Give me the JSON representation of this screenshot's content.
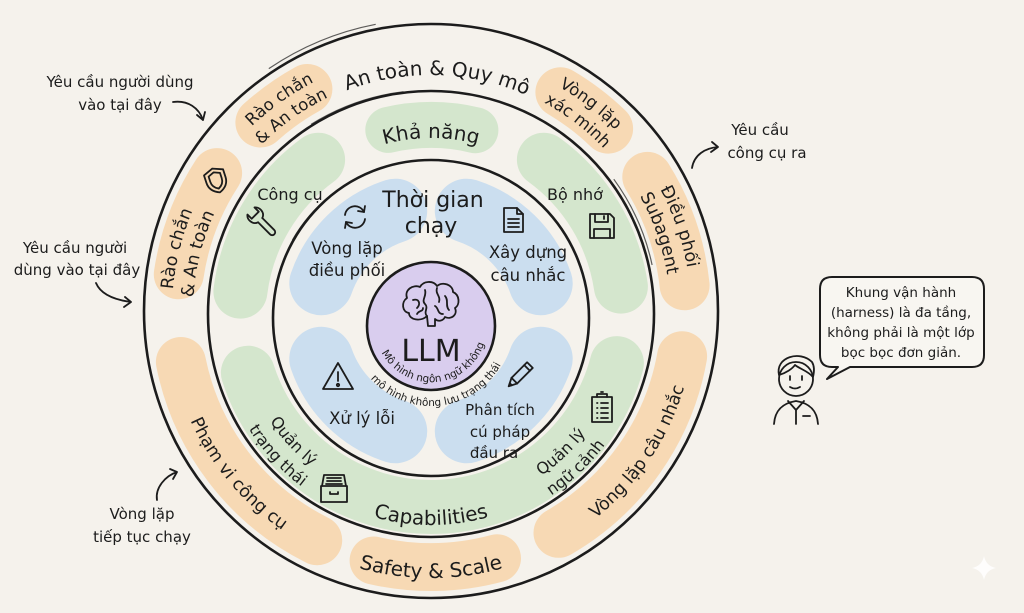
{
  "colors": {
    "background": "#f5f2ec",
    "safety": "#f7d9b4",
    "capabilities": "#d4e6cd",
    "runtime": "#cbdeef",
    "core": "#d9cdee",
    "ink": "#1c1c1c",
    "bubble": "#f8f6f1"
  },
  "diagram": {
    "core": {
      "label": "LLM",
      "caption_inner": "Mô hình ngôn ngữ không",
      "caption_outer": "mô hình không lưu trạng thái",
      "icon": "brain-icon"
    },
    "runtime_layer": {
      "title_lines": [
        "Thời gian",
        "chạy"
      ],
      "items": [
        {
          "lines": [
            "Vòng lặp",
            "điều phối"
          ],
          "icon": "sync-icon"
        },
        {
          "lines": [
            "Xây dựng",
            "câu nhắc"
          ],
          "icon": "document-icon"
        },
        {
          "lines": [
            "Xử lý lỗi"
          ],
          "icon": "warning-icon"
        },
        {
          "lines": [
            "Phân tích",
            "cú pháp",
            "đầu ra"
          ],
          "icon": "pencil-icon"
        }
      ]
    },
    "capabilities_layer": {
      "title": "Khả năng",
      "title_en": "Capabilities",
      "items": [
        {
          "lines": [
            "Công cụ"
          ],
          "icon": "wrench-icon"
        },
        {
          "lines": [
            "Bộ nhớ"
          ],
          "icon": "floppy-disk-icon"
        },
        {
          "lines": [
            "Quản lý",
            "trạng thái"
          ],
          "icon": "archive-box-icon"
        },
        {
          "lines": [
            "Quản lý",
            "ngữ cảnh"
          ],
          "icon": "clipboard-icon"
        }
      ]
    },
    "safety_layer": {
      "title": "An toàn & Quy mô",
      "title_en": "Safety & Scale",
      "items": [
        {
          "lines": [
            "Rào chắn",
            "& An toàn"
          ]
        },
        {
          "lines": [
            "Rào chắn",
            "& An toàn"
          ],
          "icon": "shield-icon"
        },
        {
          "lines": [
            "Vòng lặp",
            "xác minh"
          ]
        },
        {
          "lines": [
            "Điều phối",
            "Subagent"
          ]
        },
        {
          "lines": [
            "Vòng lặp câu nhắc"
          ]
        },
        {
          "lines": [
            "Phạm vi công cụ"
          ]
        }
      ]
    }
  },
  "annotations": [
    {
      "lines": [
        "Yêu cầu người dùng",
        "vào tại đây"
      ]
    },
    {
      "lines": [
        "Yêu cầu người",
        "dùng vào tại đây"
      ]
    },
    {
      "lines": [
        "Yêu cầu",
        "công cụ ra"
      ]
    },
    {
      "lines": [
        "Vòng lặp",
        "tiếp tục chạy"
      ]
    }
  ],
  "speech_bubble": {
    "speaker_icon": "person-icon",
    "lines": [
      "Khung vận hành",
      "(harness) là đa tầng,",
      "không phải là một lớp",
      "bọc bọc đơn giản."
    ]
  },
  "watermark_icon": "sparkle-icon"
}
